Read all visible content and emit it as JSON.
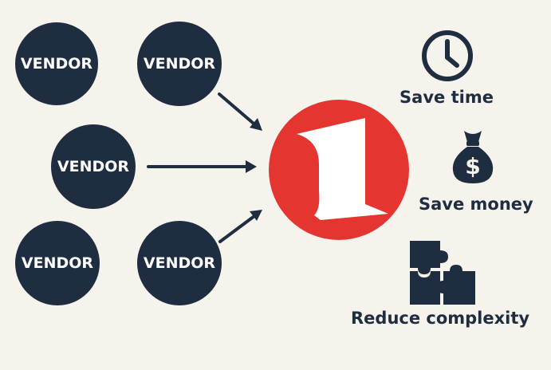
{
  "vendors": [
    {
      "label": "VENDOR"
    },
    {
      "label": "VENDOR"
    },
    {
      "label": "VENDOR"
    },
    {
      "label": "VENDOR"
    },
    {
      "label": "VENDOR"
    }
  ],
  "hub": {
    "glyph": "1"
  },
  "benefits": [
    {
      "icon": "clock-icon",
      "label": "Save time"
    },
    {
      "icon": "money-bag-icon",
      "label": "Save money"
    },
    {
      "icon": "puzzle-icon",
      "label": "Reduce complexity"
    }
  ],
  "colors": {
    "background": "#f6f2ec",
    "navy": "#1e2d40",
    "red": "#e53530",
    "white": "#ffffff"
  }
}
